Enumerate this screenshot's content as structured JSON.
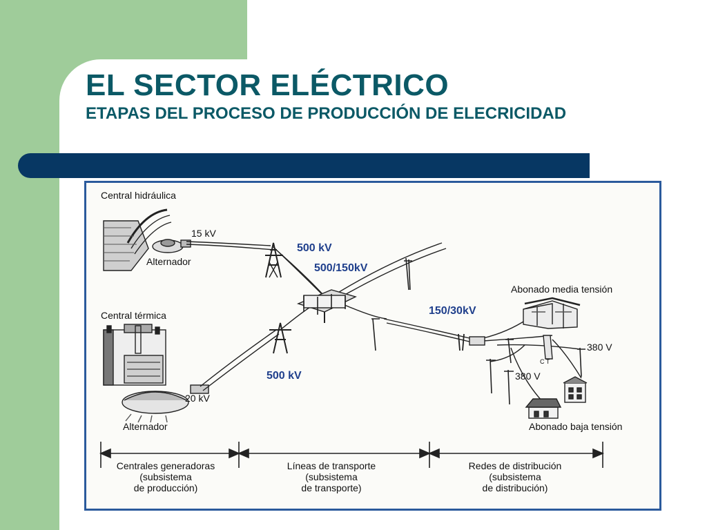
{
  "slide": {
    "title": "EL SECTOR ELÉCTRICO",
    "subtitle": "ETAPAS DEL PROCESO DE PRODUCCIÓN DE ELECRICIDAD"
  },
  "diagram": {
    "labels": {
      "central_hidraulica": "Central hidráulica",
      "kv15": "15 kV",
      "alternador_top": "Alternador",
      "central_termica": "Central térmica",
      "kv20": "20 kV",
      "alternador_bottom": "Alternador",
      "abonado_media": "Abonado media tensión",
      "ct": "C T",
      "v380_right": "380 V",
      "v380_left": "380 V",
      "abonado_baja": "Abonado baja tensión"
    },
    "voltages": {
      "kv500_top": "500 kV",
      "kv500_150": "500/150kV",
      "kv150_30": "150/30kV",
      "kv500_bottom": "500 kV"
    },
    "subsystems": [
      {
        "line1": "Centrales generadoras",
        "line2": "(subsistema",
        "line3": "de producción)"
      },
      {
        "line1": "Líneas de transporte",
        "line2": "(subsistema",
        "line3": "de transporte)"
      },
      {
        "line1": "Redes de distribución",
        "line2": "(subsistema",
        "line3": "de distribución)"
      }
    ]
  },
  "colors": {
    "accent_green": "#9fcc9a",
    "bar_navy": "#073763",
    "title_teal": "#0b5966",
    "voltage_blue": "#1f3f8c"
  }
}
